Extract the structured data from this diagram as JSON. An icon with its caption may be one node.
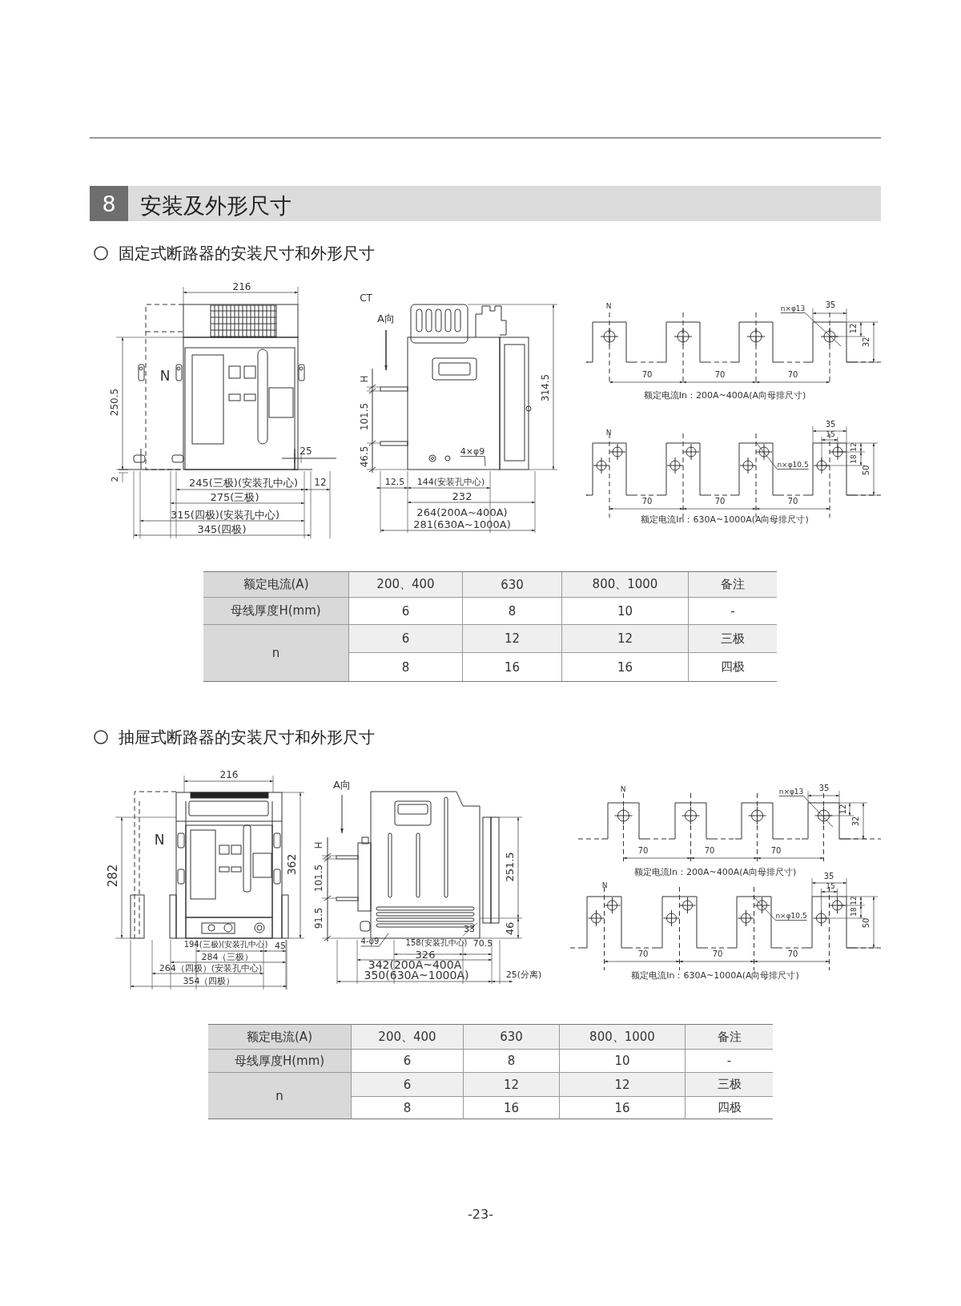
{
  "diagram": {
    "title": "安装及外形尺寸",
    "nodes": [
      {
        "text": [
          "4×φ9"
        ]
      },
      {
        "text": [
          "n×φ13"
        ]
      },
      {
        "text": [
          "n×φ10.5"
        ]
      },
      {
        "text": [
          "4-φ9"
        ]
      },
      {
        "text": [
          "n×φ13"
        ]
      },
      {
        "text": [
          "n×φ10.5"
        ]
      }
    ],
    "edges": [
      {
        "from": 0,
        "to": null,
        "arrow": "none"
      },
      {
        "from": 1,
        "to": null,
        "arrow": "none"
      },
      {
        "from": 2,
        "to": null,
        "arrow": "none"
      },
      {
        "from": 3,
        "to": null,
        "arrow": "none"
      },
      {
        "from": 4,
        "to": null,
        "arrow": "none"
      },
      {
        "from": 5,
        "to": null,
        "arrow": "none"
      }
    ],
    "labels": [
      "8",
      "固定式断路器的安装尺寸和外形尺寸",
      "216",
      "CT",
      "A向",
      "N",
      "35",
      "N",
      "12",
      "32",
      "70",
      "70",
      "70",
      "H",
      "314.5",
      "额定电流In：200A~400A(A向母排尺寸)",
      "250.5",
      "101.5",
      "N",
      "35",
      "15",
      "12",
      "25",
      "46.5",
      "18",
      "50",
      "2",
      "245(三极)(安装孔中心)",
      "12",
      "12.5",
      "144(安装孔中心)",
      "275(三极)",
      "232",
      "70",
      "70",
      "70",
      "315(四极)(安装孔中心)",
      "264(200A~400A)",
      "额定电流In：630A~1000A(A向母排尺寸)",
      "345(四极)",
      "281(630A~1000A)",
      "额定电流(A)",
      "200、400",
      "630",
      "800、1000",
      "备注",
      "母线厚度H(mm)",
      "6",
      "8",
      "10",
      "-",
      "n",
      "6",
      "12",
      "12",
      "三极",
      "8",
      "16",
      "16",
      "四极",
      "抽屉式断路器的安装尺寸和外形尺寸",
      "216",
      "A向",
      "N",
      "35",
      "12",
      "32",
      "N",
      "H",
      "70",
      "70",
      "70",
      "362",
      "251.5",
      "额定电流In：200A~400A(A向母排尺寸)",
      "282",
      "101.5",
      "35",
      "N",
      "15",
      "12",
      "18",
      "91.5",
      "50",
      "46",
      "33",
      "194(三极)(安装孔中心)",
      "45",
      "158(安装孔中心)",
      "70.5",
      "70",
      "70",
      "70",
      "284（三极）",
      "326",
      "264（四极）(安装孔中心)",
      "342(200A~400A",
      "350(630A~1000A)",
      "25(分离)",
      "额定电流In：630A~1000A(A向母排尺寸)",
      "354（四极）",
      "额定电流(A)",
      "200、400",
      "630",
      "800、1000",
      "备注",
      "母线厚度H(mm)",
      "6",
      "8",
      "10",
      "-",
      "n",
      "6",
      "12",
      "12",
      "三极",
      "8",
      "16",
      "16",
      "四极",
      "-23-"
    ]
  }
}
